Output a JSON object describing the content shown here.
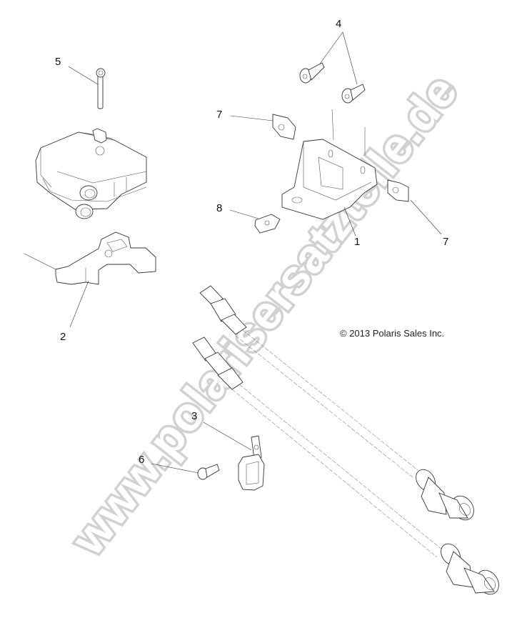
{
  "diagram": {
    "type": "exploded-parts-diagram",
    "copyright": "© 2013 Polaris Sales Inc.",
    "watermark": "www.polarisersatzteile.de",
    "colors": {
      "background": "#ffffff",
      "line_art": "#333333",
      "watermark": "#cfcfcf"
    },
    "callouts": [
      {
        "number": "1",
        "part": "mounting-bracket"
      },
      {
        "number": "2",
        "part": "module-holder-clip"
      },
      {
        "number": "3",
        "part": "cable-clamp"
      },
      {
        "number": "4",
        "part": "bracket-screw"
      },
      {
        "number": "5",
        "part": "long-screw"
      },
      {
        "number": "6",
        "part": "flange-bolt"
      },
      {
        "number": "7",
        "part": "speed-nut-left"
      },
      {
        "number": "7",
        "part": "speed-nut-right"
      },
      {
        "number": "8",
        "part": "clip-nut"
      }
    ],
    "parts": [
      "module-block",
      "cable-assembly-upper",
      "cable-assembly-lower"
    ]
  }
}
